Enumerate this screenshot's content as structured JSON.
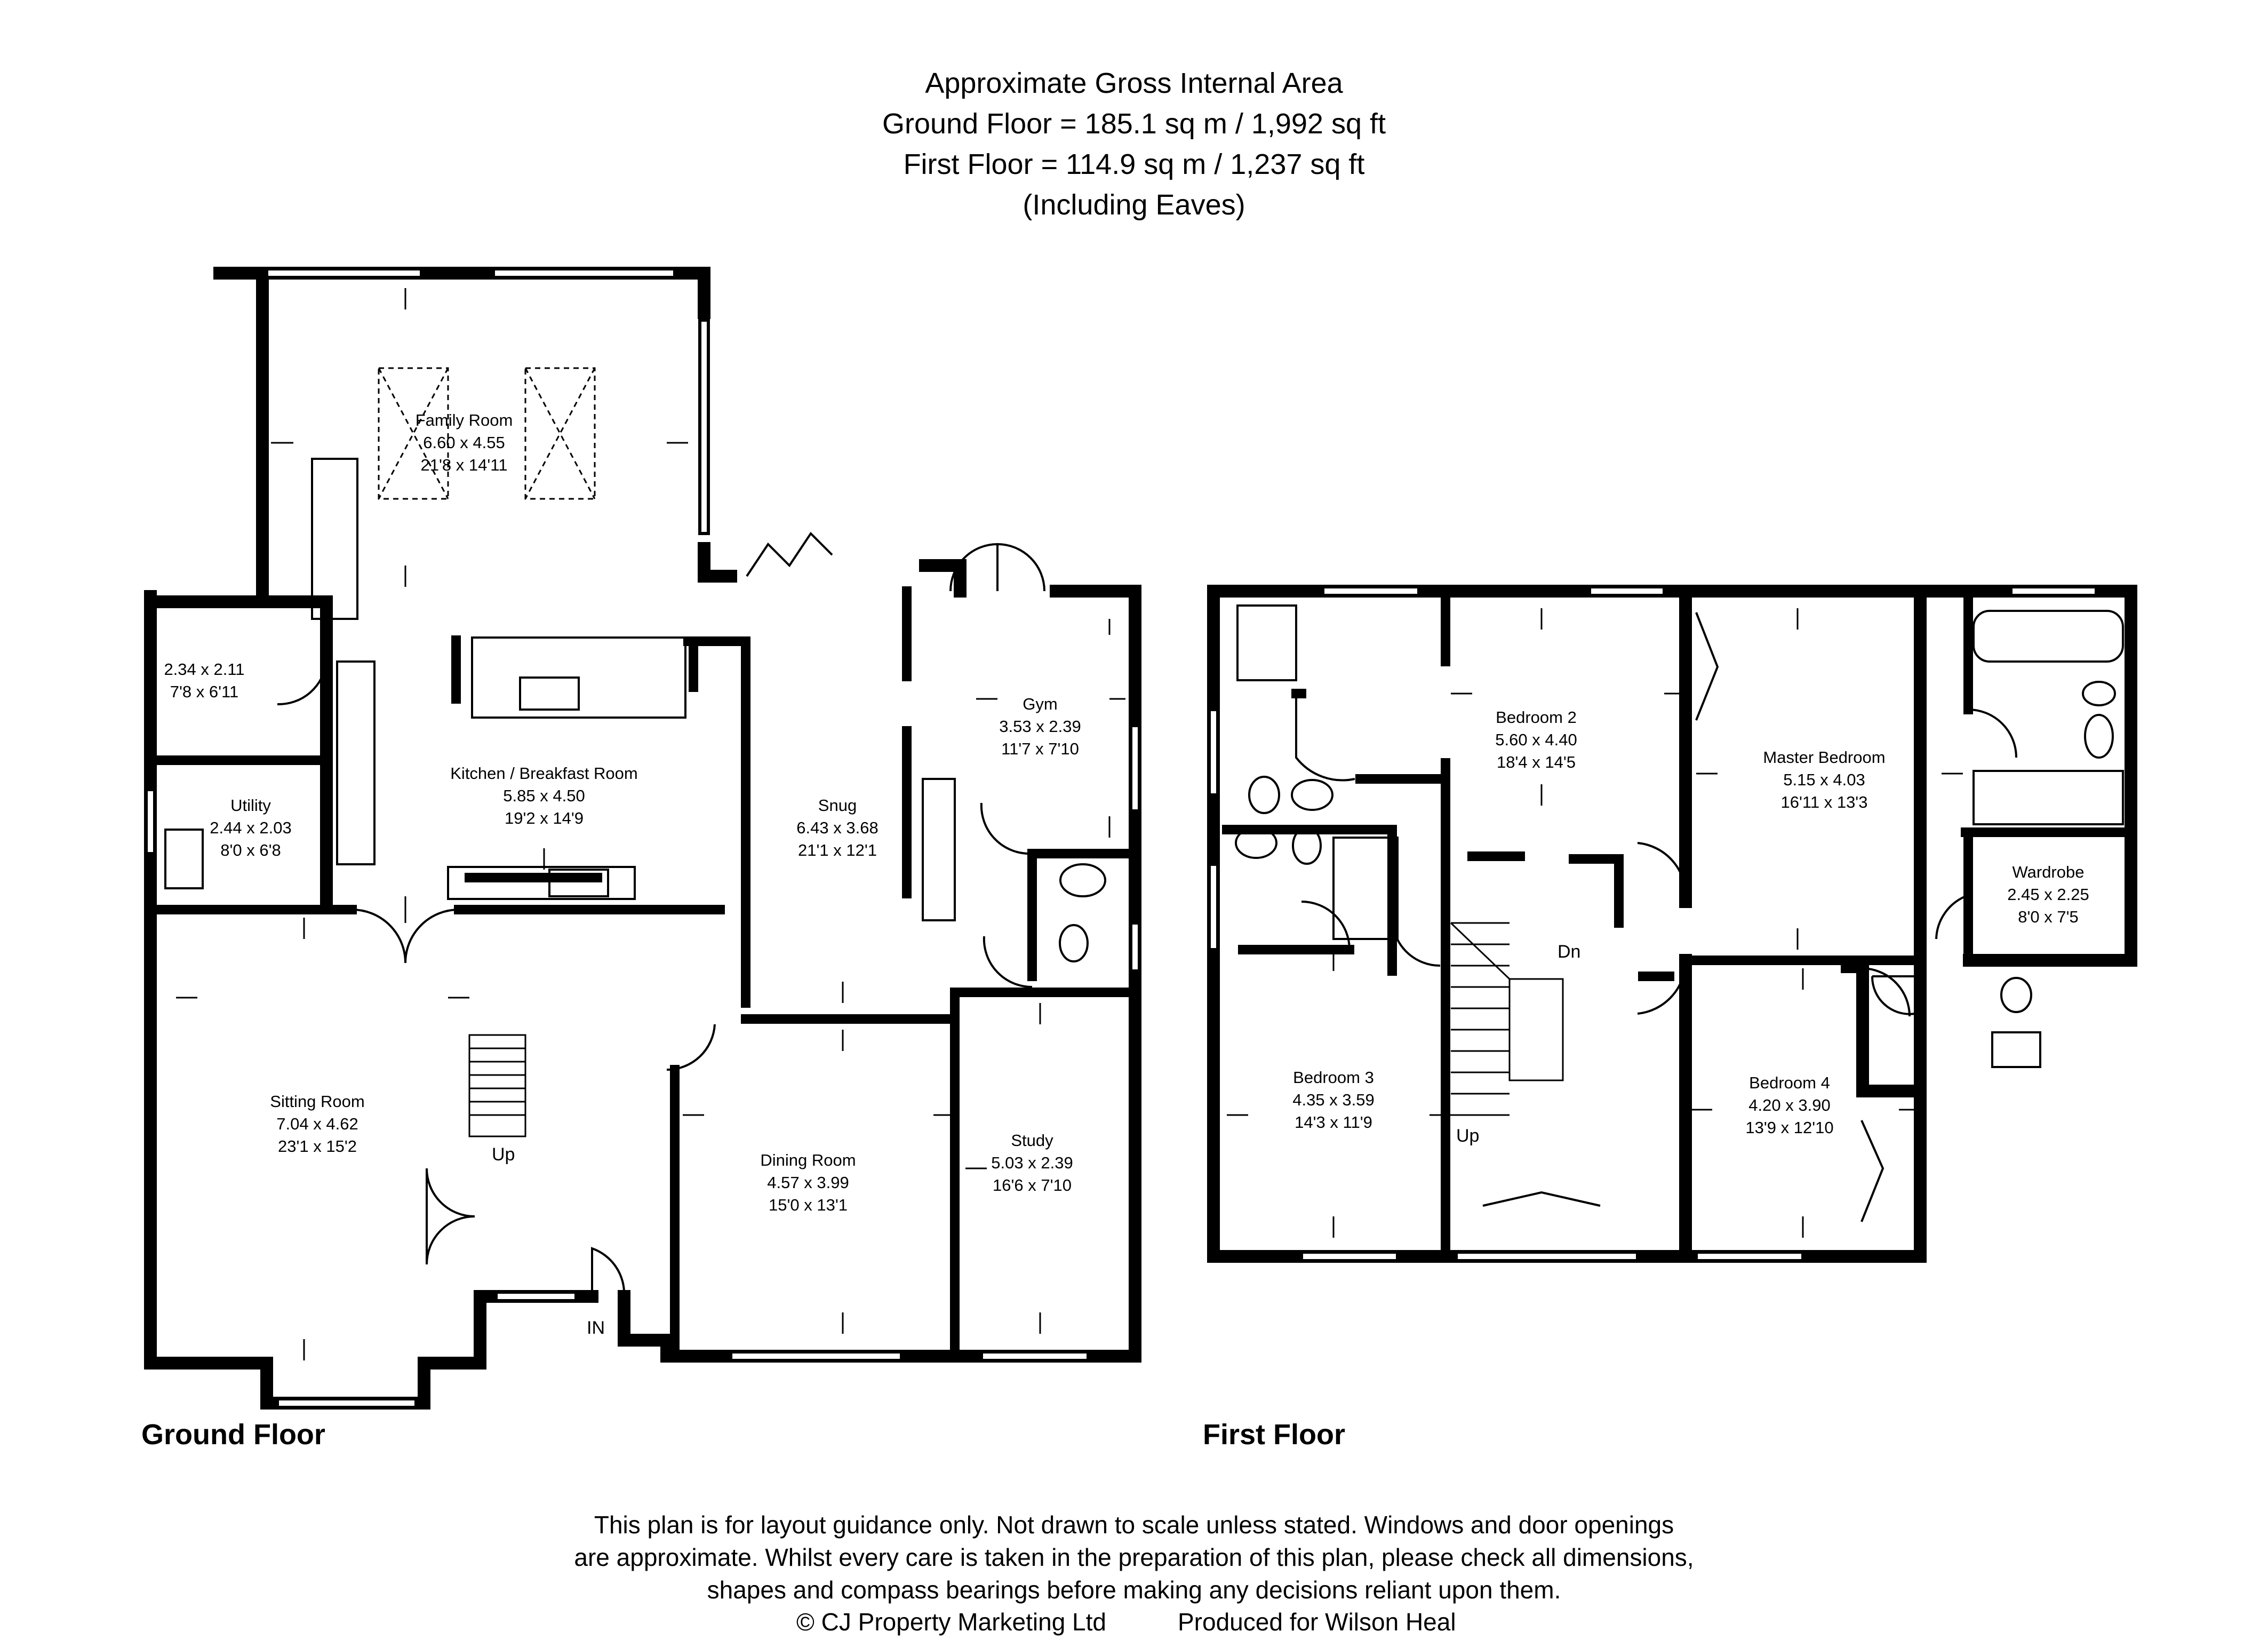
{
  "header": {
    "line1": "Approximate Gross Internal Area",
    "line2": "Ground Floor = 185.1 sq m / 1,992 sq ft",
    "line3": "First Floor = 114.9 sq m / 1,237 sq ft",
    "line4": "(Including Eaves)"
  },
  "floor_titles": {
    "ground": "Ground Floor",
    "first": "First Floor"
  },
  "labels": {
    "up": "Up",
    "dn": "Dn",
    "entrance": "IN"
  },
  "rooms": {
    "family": {
      "name": "Family Room",
      "metric": "6.60 x 4.55",
      "imperial": "21'8 x 14'11"
    },
    "store": {
      "name": "",
      "metric": "2.34 x 2.11",
      "imperial": "7'8 x 6'11"
    },
    "utility": {
      "name": "Utility",
      "metric": "2.44 x 2.03",
      "imperial": "8'0 x 6'8"
    },
    "kitchen": {
      "name": "Kitchen / Breakfast Room",
      "metric": "5.85 x 4.50",
      "imperial": "19'2 x 14'9"
    },
    "snug": {
      "name": "Snug",
      "metric": "6.43 x 3.68",
      "imperial": "21'1 x 12'1"
    },
    "gym": {
      "name": "Gym",
      "metric": "3.53 x 2.39",
      "imperial": "11'7 x 7'10"
    },
    "sitting": {
      "name": "Sitting Room",
      "metric": "7.04 x 4.62",
      "imperial": "23'1 x 15'2"
    },
    "dining": {
      "name": "Dining Room",
      "metric": "4.57 x 3.99",
      "imperial": "15'0 x 13'1"
    },
    "study": {
      "name": "Study",
      "metric": "5.03 x 2.39",
      "imperial": "16'6 x 7'10"
    },
    "bedroom2": {
      "name": "Bedroom 2",
      "metric": "5.60 x 4.40",
      "imperial": "18'4 x 14'5"
    },
    "master": {
      "name": "Master Bedroom",
      "metric": "5.15 x 4.03",
      "imperial": "16'11 x 13'3"
    },
    "wardrobe": {
      "name": "Wardrobe",
      "metric": "2.45 x 2.25",
      "imperial": "8'0 x 7'5"
    },
    "bedroom3": {
      "name": "Bedroom 3",
      "metric": "4.35 x 3.59",
      "imperial": "14'3 x 11'9"
    },
    "bedroom4": {
      "name": "Bedroom 4",
      "metric": "4.20 x 3.90",
      "imperial": "13'9 x 12'10"
    }
  },
  "disclaimer": {
    "line1": "This plan is for layout guidance only. Not drawn to scale unless stated. Windows and door openings",
    "line2": "are approximate. Whilst every care is taken in the preparation of this plan, please check all dimensions,",
    "line3": "shapes and compass bearings before making any decisions reliant upon them."
  },
  "credits": {
    "company": "© CJ Property Marketing Ltd",
    "produced_for": "Produced for Wilson Heal"
  }
}
